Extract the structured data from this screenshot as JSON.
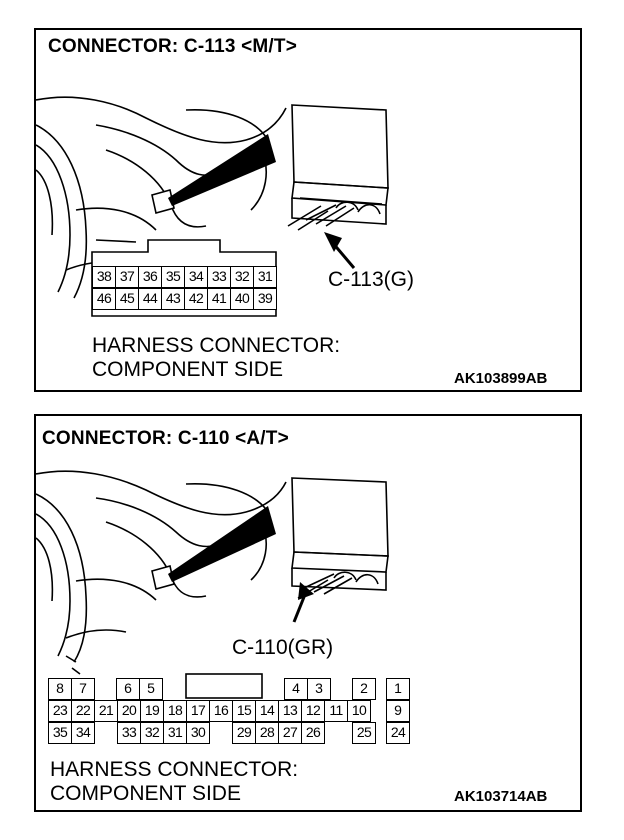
{
  "panel1": {
    "title": "CONNECTOR: C-113 <M/T>",
    "connector_ref": "C-113(G)",
    "caption_line1": "HARNESS CONNECTOR:",
    "caption_line2": "COMPONENT SIDE",
    "code": "AK103899AB",
    "pins_top": [
      "38",
      "37",
      "36",
      "35",
      "34",
      "33",
      "32",
      "31"
    ],
    "pins_bottom": [
      "46",
      "45",
      "44",
      "43",
      "42",
      "41",
      "40",
      "39"
    ]
  },
  "panel2": {
    "title": "CONNECTOR: C-110 <A/T>",
    "connector_ref": "C-110(GR)",
    "caption_line1": "HARNESS CONNECTOR:",
    "caption_line2": "COMPONENT SIDE",
    "code": "AK103714AB",
    "pins_row1": [
      "8",
      "7",
      "6",
      "5",
      "4",
      "3",
      "2",
      "1"
    ],
    "pins_row2": [
      "23",
      "22",
      "21",
      "20",
      "19",
      "18",
      "17",
      "16",
      "15",
      "14",
      "13",
      "12",
      "11",
      "10",
      "9"
    ],
    "pins_row3": [
      "35",
      "34",
      "33",
      "32",
      "31",
      "30",
      "29",
      "28",
      "27",
      "26",
      "25",
      "24"
    ]
  }
}
